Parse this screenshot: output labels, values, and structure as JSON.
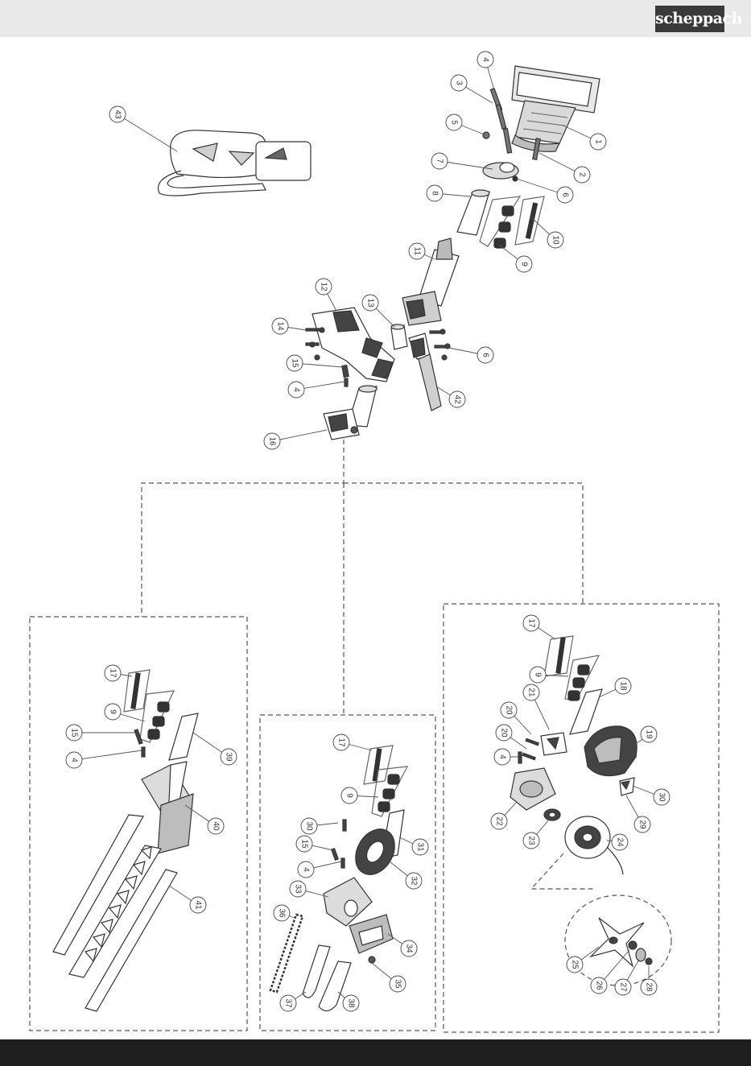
{
  "brand": {
    "logo_text": "scheppach"
  },
  "colors": {
    "line": "#333333",
    "header_bg": "#e9e9ea",
    "footer_bg": "#1e1e1e",
    "part_fill": "#bdbdbd",
    "part_dark": "#444444"
  },
  "callouts": [
    {
      "id": "c43",
      "label": "43"
    },
    {
      "id": "c4a",
      "label": "4"
    },
    {
      "id": "c3",
      "label": "3"
    },
    {
      "id": "c5",
      "label": "5"
    },
    {
      "id": "c1",
      "label": "1"
    },
    {
      "id": "c2",
      "label": "2"
    },
    {
      "id": "c7",
      "label": "7"
    },
    {
      "id": "c6a",
      "label": "6"
    },
    {
      "id": "c8",
      "label": "8"
    },
    {
      "id": "c10",
      "label": "10"
    },
    {
      "id": "c9a",
      "label": "9"
    },
    {
      "id": "c11",
      "label": "11"
    },
    {
      "id": "c12",
      "label": "12"
    },
    {
      "id": "c13",
      "label": "13"
    },
    {
      "id": "c14",
      "label": "14"
    },
    {
      "id": "c6b",
      "label": "6"
    },
    {
      "id": "c15a",
      "label": "15"
    },
    {
      "id": "c4b",
      "label": "4"
    },
    {
      "id": "c42",
      "label": "42"
    },
    {
      "id": "c16",
      "label": "16"
    },
    {
      "id": "c17a",
      "label": "17"
    },
    {
      "id": "c9b",
      "label": "9"
    },
    {
      "id": "c15b",
      "label": "15"
    },
    {
      "id": "c4c",
      "label": "4"
    },
    {
      "id": "c39",
      "label": "39"
    },
    {
      "id": "c40",
      "label": "40"
    },
    {
      "id": "c41",
      "label": "41"
    },
    {
      "id": "c17b",
      "label": "17"
    },
    {
      "id": "c9c",
      "label": "9"
    },
    {
      "id": "c30a",
      "label": "30"
    },
    {
      "id": "c15c",
      "label": "15"
    },
    {
      "id": "c4d",
      "label": "4"
    },
    {
      "id": "c31",
      "label": "31"
    },
    {
      "id": "c32",
      "label": "32"
    },
    {
      "id": "c33",
      "label": "33"
    },
    {
      "id": "c36",
      "label": "36"
    },
    {
      "id": "c34",
      "label": "34"
    },
    {
      "id": "c35",
      "label": "35"
    },
    {
      "id": "c37",
      "label": "37"
    },
    {
      "id": "c38",
      "label": "38"
    },
    {
      "id": "c17c",
      "label": "17"
    },
    {
      "id": "c9d",
      "label": "9"
    },
    {
      "id": "c18",
      "label": "18"
    },
    {
      "id": "c20a",
      "label": "20"
    },
    {
      "id": "c21",
      "label": "21"
    },
    {
      "id": "c20b",
      "label": "20"
    },
    {
      "id": "c4e",
      "label": "4"
    },
    {
      "id": "c19",
      "label": "19"
    },
    {
      "id": "c22",
      "label": "22"
    },
    {
      "id": "c23",
      "label": "23"
    },
    {
      "id": "c24",
      "label": "24"
    },
    {
      "id": "c30b",
      "label": "30"
    },
    {
      "id": "c29",
      "label": "29"
    },
    {
      "id": "c25",
      "label": "25"
    },
    {
      "id": "c26",
      "label": "26"
    },
    {
      "id": "c27",
      "label": "27"
    },
    {
      "id": "c28",
      "label": "28"
    }
  ]
}
